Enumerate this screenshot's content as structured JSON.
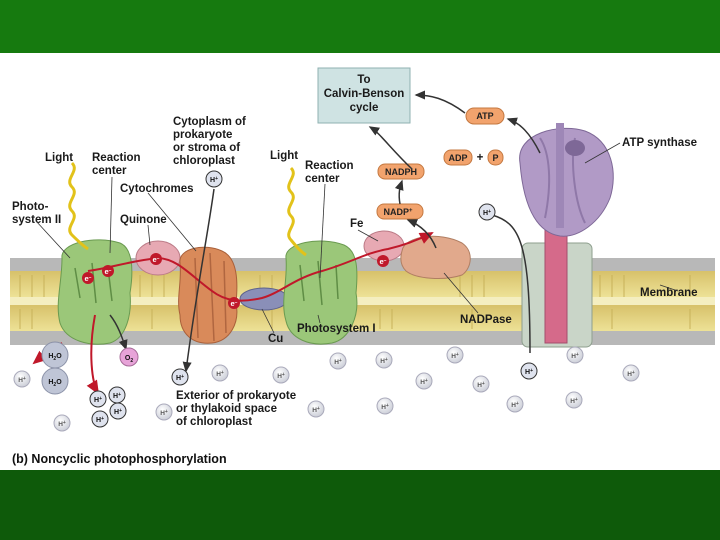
{
  "slide": {
    "top_bar_color": "#167a0f",
    "bottom_bar_color": "#0e5a0a"
  },
  "diagram": {
    "title_box": {
      "line1": "To",
      "line2": "Calvin-Benson",
      "line3": "cycle"
    },
    "light_left": "Light",
    "light_right": "Light",
    "reaction_center_left": {
      "line1": "Reaction",
      "line2": "center"
    },
    "reaction_center_right": {
      "line1": "Reaction",
      "line2": "center"
    },
    "photosystem_ii": {
      "line1": "Photo-",
      "line2": "system II"
    },
    "photosystem_i": "Photosystem I",
    "cytochromes": "Cytochromes",
    "quinone": "Quinone",
    "cytoplasm": {
      "line1": "Cytoplasm of",
      "line2": "prokaryote",
      "line3": "or stroma of",
      "line4": "chloroplast"
    },
    "exterior": {
      "line1": "Exterior of prokaryote",
      "line2": "or thylakoid space",
      "line3": "of chloroplast"
    },
    "fe": "Fe",
    "cu": "Cu",
    "nadpase": "NADPase",
    "membrane": "Membrane",
    "atp_synthase": "ATP synthase",
    "atp": "ATP",
    "adp": "ADP",
    "plus": "+",
    "p": "P",
    "nadph": "NADPH",
    "nadp_plus": "NADP",
    "nadp_sup": "+",
    "h2o": "H",
    "o2": "O",
    "h_plus": "H",
    "e_minus": "e",
    "caption": "(b) Noncyclic photophosphorylation"
  }
}
